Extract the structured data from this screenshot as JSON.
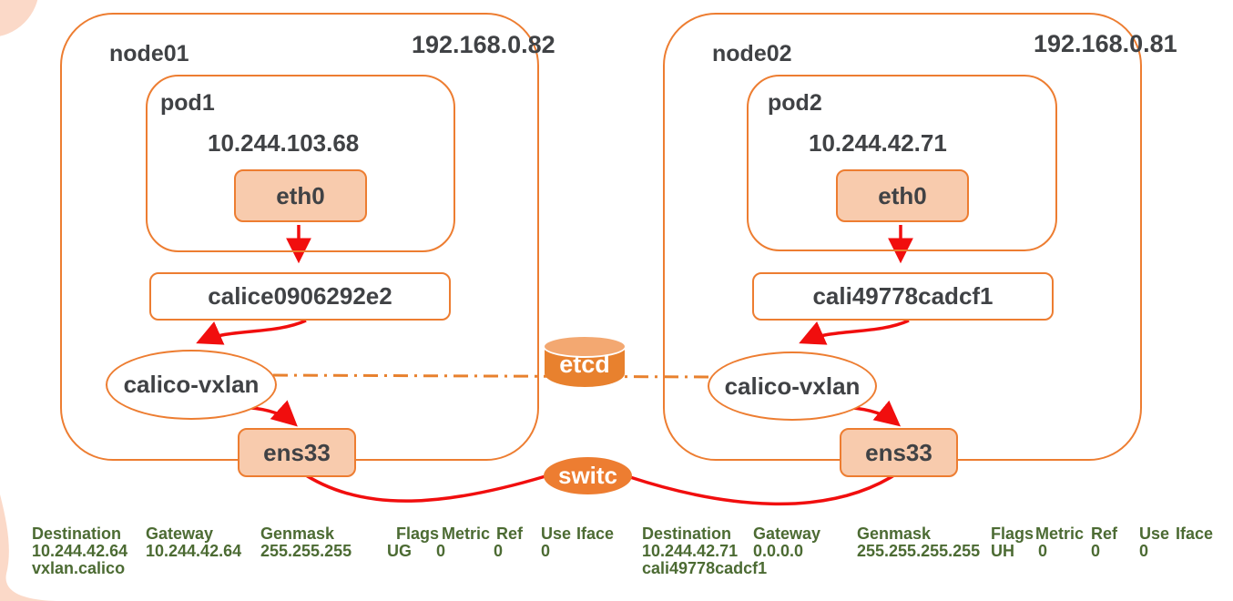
{
  "colors": {
    "orange_stroke": "#ED7D31",
    "orange_fill_light": "#F8CBAD",
    "etcd_body": "#E8812E",
    "etcd_top": "#F3A871",
    "red_arrow": "#F10E0E",
    "route_text_green": "#4C6B33",
    "label_gray": "#404245",
    "corner_peach": "#FBD9C8"
  },
  "nodes": {
    "node01": {
      "label": "node01",
      "ip": "192.168.0.82",
      "pod": {
        "label": "pod1",
        "ip": "10.244.103.68",
        "iface": "eth0"
      },
      "veth": "calice0906292e2",
      "vxlan": "calico-vxlan",
      "nic": "ens33"
    },
    "node02": {
      "label": "node02",
      "ip": "192.168.0.81",
      "pod": {
        "label": "pod2",
        "ip": "10.244.42.71",
        "iface": "eth0"
      },
      "veth": "cali49778cadcf1",
      "vxlan": "calico-vxlan",
      "nic": "ens33"
    }
  },
  "middle": {
    "etcd_label": "etcd",
    "switch_label": "switc"
  },
  "route_tables": {
    "left": {
      "headers": [
        "Destination",
        "Gateway",
        "Genmask",
        "Flags",
        "Metric",
        "Ref",
        "Use",
        "Iface"
      ],
      "row": [
        "10.244.42.64",
        "10.244.42.64",
        "255.255.255",
        "UG",
        "0",
        "0",
        "0"
      ],
      "iface_line": "vxlan.calico"
    },
    "right": {
      "headers": [
        "Destination",
        "Gateway",
        "Genmask",
        "Flags",
        "Metric",
        "Ref",
        "Use",
        "Iface"
      ],
      "row": [
        "10.244.42.71",
        "0.0.0.0",
        "255.255.255.255",
        "UH",
        "0",
        "0",
        "0"
      ],
      "iface_line": "cali49778cadcf1"
    }
  }
}
